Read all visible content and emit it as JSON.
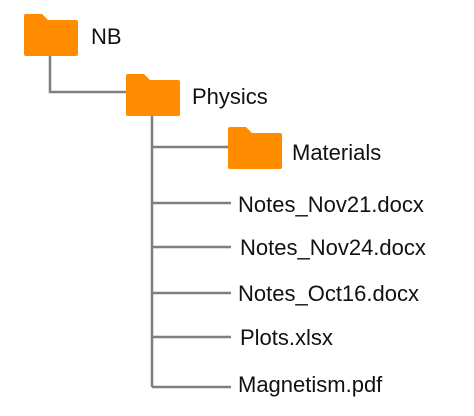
{
  "colors": {
    "folder": "#FF8C00",
    "line": "#7F7F7F",
    "text": "#111111"
  },
  "root": {
    "name": "NB",
    "icon": "folder-icon",
    "children": [
      {
        "name": "Physics",
        "icon": "folder-icon",
        "children": [
          {
            "name": "Materials",
            "icon": "folder-icon"
          },
          {
            "name": "Notes_Nov21.docx"
          },
          {
            "name": "Notes_Nov24.docx"
          },
          {
            "name": "Notes_Oct16.docx"
          },
          {
            "name": "Plots.xlsx"
          },
          {
            "name": "Magnetism.pdf"
          }
        ]
      }
    ]
  }
}
